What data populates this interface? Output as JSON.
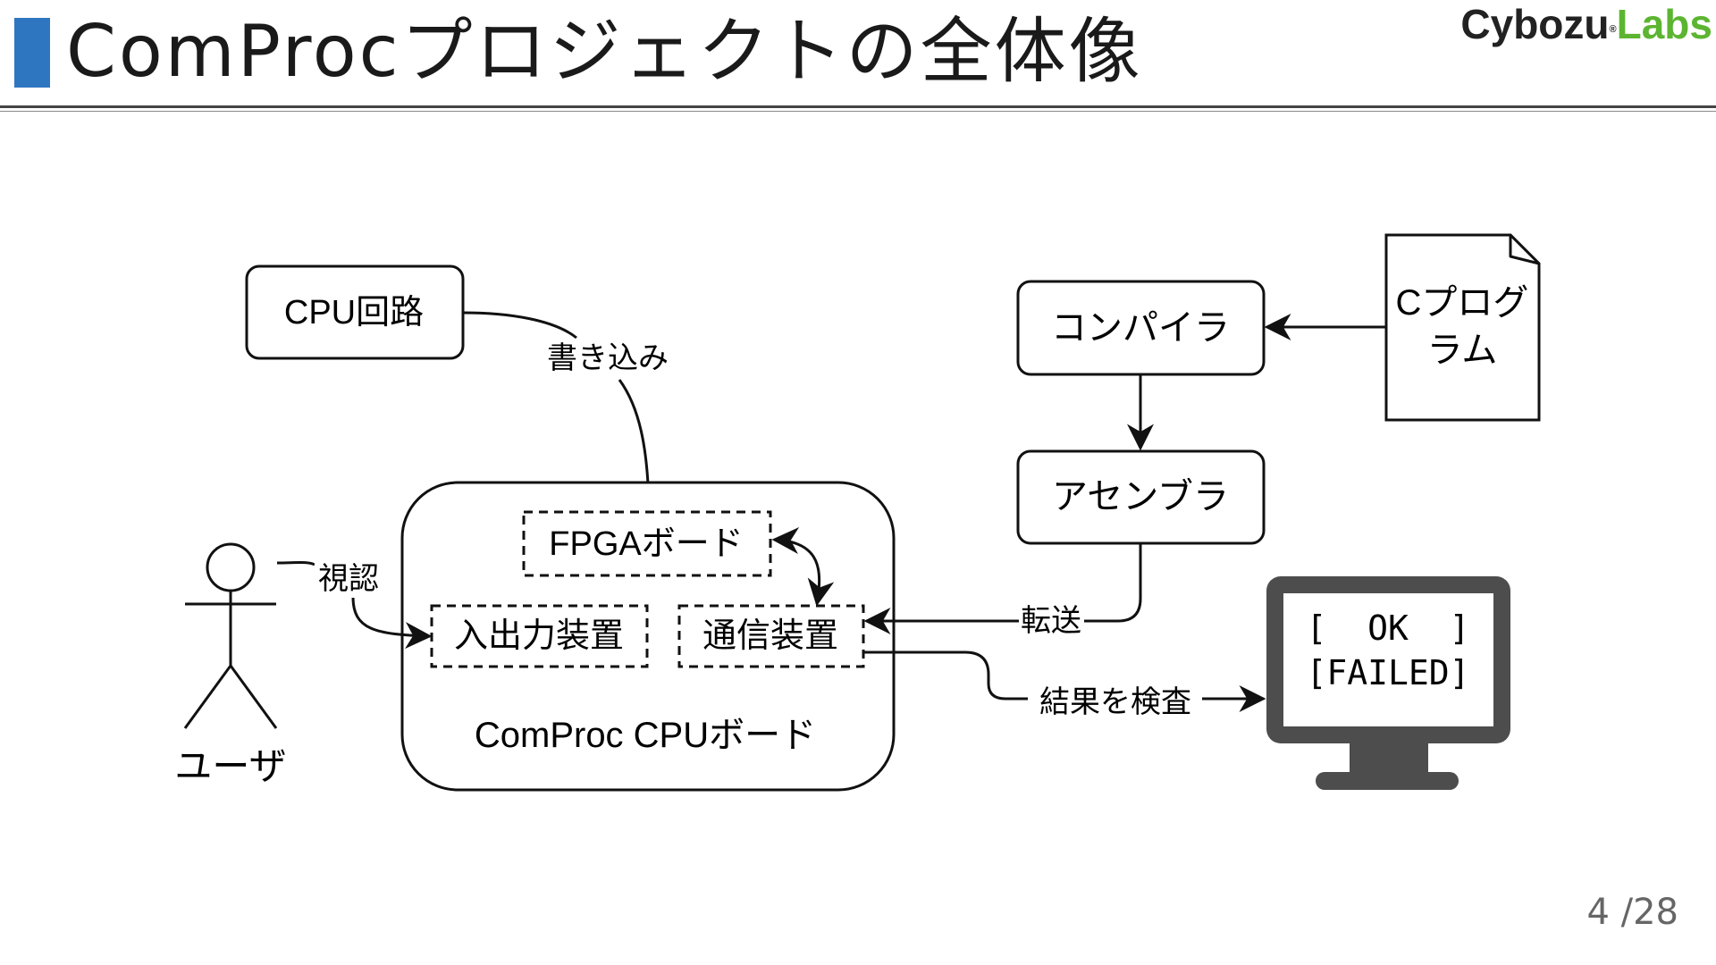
{
  "slide": {
    "title": "ComProcプロジェクトの全体像",
    "accent_color": "#2f76c0",
    "logo": {
      "part1": "Cybozu",
      "reg_mark": "®",
      "part2": "Labs",
      "color1": "#222222",
      "color2": "#5cb531"
    },
    "page": "4 /28"
  },
  "diagram": {
    "nodes": {
      "cpu_circuit": "CPU回路",
      "compiler": "コンパイラ",
      "c_program_line1": "Cプログ",
      "c_program_line2": "ラム",
      "assembler": "アセンブラ",
      "board_title": "ComProc CPUボード",
      "fpga_board": "FPGAボード",
      "io_device": "入出力装置",
      "comm_device": "通信装置",
      "user": "ユーザ"
    },
    "edge_labels": {
      "write": "書き込み",
      "view": "視認",
      "transfer": "転送",
      "check_result": "結果を検査"
    },
    "monitor": {
      "line1": "[  OK  ]",
      "line2": "[FAILED]",
      "color": "#4d4d4d"
    }
  }
}
